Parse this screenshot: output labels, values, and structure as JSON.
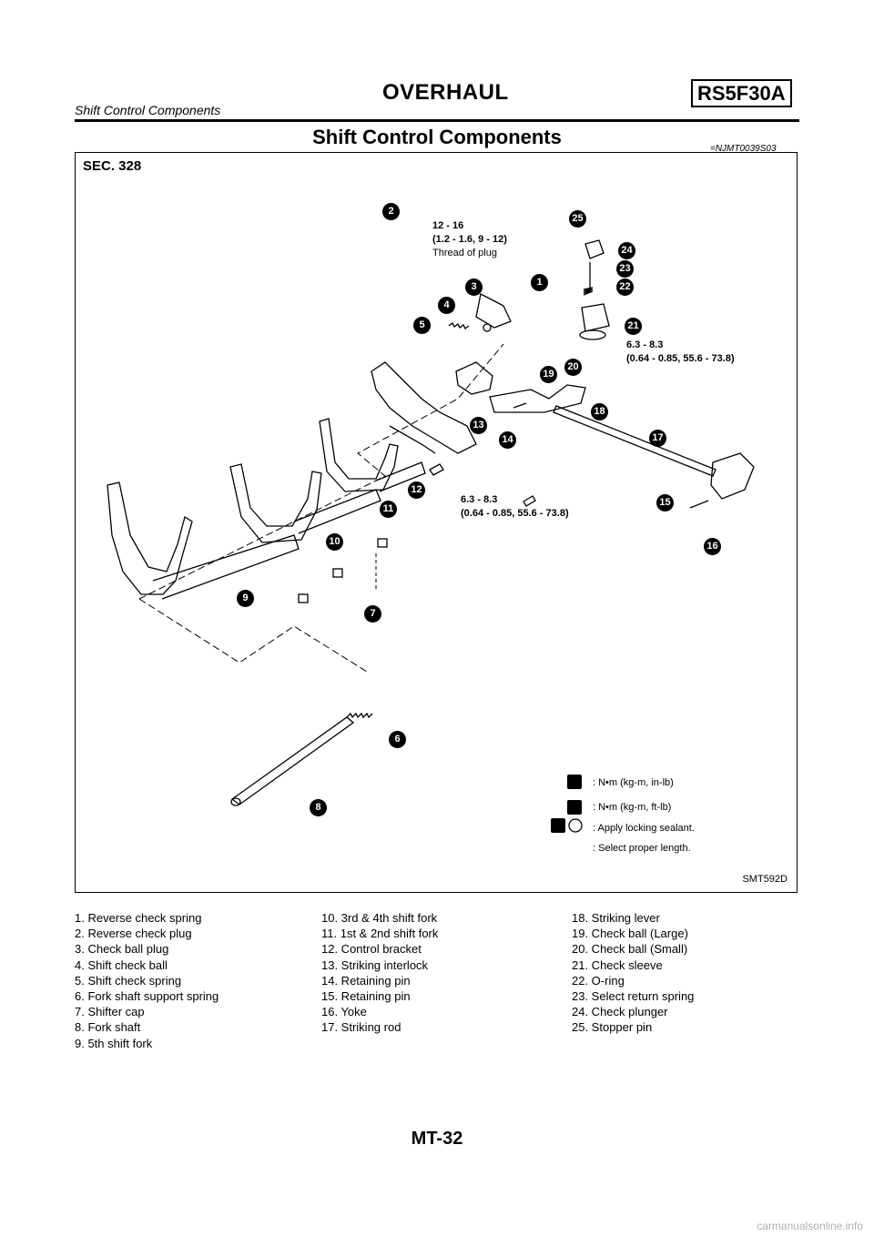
{
  "header": {
    "title": "OVERHAUL",
    "model": "RS5F30A",
    "subtitle": "Shift Control Components"
  },
  "section": {
    "title": "Shift Control Components",
    "ref": "=NJMT0039S03"
  },
  "figure": {
    "sec_label": "SEC. 328",
    "code": "SMT592D",
    "torque_top": [
      "12 - 16",
      "(1.2 - 1.6, 9 - 12)"
    ],
    "thread_note": "Thread of plug",
    "torque_right": [
      "6.3 - 8.3",
      "(0.64 - 0.85, 55.6 - 73.8)"
    ],
    "torque_center": [
      "6.3 - 8.3",
      "(0.64 - 0.85, 55.6 - 73.8)"
    ],
    "legend": [
      ": N•m (kg-m, in-lb)",
      ": N•m (kg-m, ft-lb)",
      ": Apply locking sealant.",
      ": Select proper length."
    ],
    "callouts": [
      "1",
      "2",
      "3",
      "4",
      "5",
      "6",
      "7",
      "8",
      "9",
      "10",
      "11",
      "12",
      "13",
      "14",
      "15",
      "16",
      "17",
      "18",
      "19",
      "20",
      "21",
      "22",
      "23",
      "24",
      "25"
    ]
  },
  "parts": {
    "col1": [
      "1. Reverse check spring",
      "2. Reverse check plug",
      "3. Check ball plug",
      "4. Shift check ball",
      "5. Shift check spring",
      "6. Fork shaft support spring",
      "7. Shifter cap",
      "8. Fork shaft",
      "9. 5th shift fork"
    ],
    "col2": [
      "10. 3rd & 4th shift fork",
      "11. 1st & 2nd shift fork",
      "12. Control bracket",
      "13. Striking interlock",
      "14. Retaining pin",
      "15. Retaining pin",
      "16. Yoke",
      "17. Striking rod"
    ],
    "col3": [
      "18. Striking lever",
      "19. Check ball (Large)",
      "20. Check ball (Small)",
      "21. Check sleeve",
      "22. O-ring",
      "23. Select return spring",
      "24. Check plunger",
      "25. Stopper pin"
    ]
  },
  "page_number": "MT-32",
  "watermark": "carmanualsonline.info"
}
